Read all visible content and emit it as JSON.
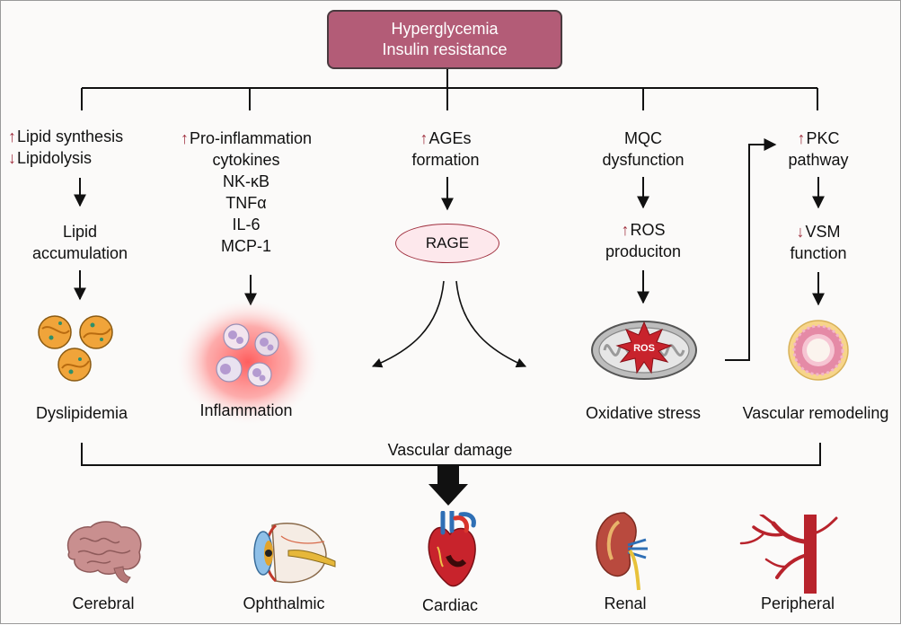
{
  "root": {
    "line1": "Hyperglycemia",
    "line2": "Insulin resistance"
  },
  "branches": {
    "lipid": {
      "up": "Lipid synthesis",
      "down": "Lipidolysis",
      "mid": [
        "Lipid",
        "accumulation"
      ],
      "outcome": "Dyslipidemia",
      "icon": "lipid-droplets-icon"
    },
    "inflammation": {
      "up": "Pro-inflammation",
      "list": [
        "cytokines",
        "NK-κB",
        "TNFα",
        "IL-6",
        "MCP-1"
      ],
      "outcome": "Inflammation",
      "icon": "immune-cells-icon"
    },
    "ages": {
      "up": "AGEs",
      "line2": "formation",
      "receptor": "RAGE"
    },
    "mqc": {
      "line1": "MQC",
      "line2": "dysfunction",
      "up": "ROS",
      "line4": "produciton",
      "outcome": "Oxidative stress",
      "icon": "mitochondrion-icon",
      "badge": "ROS"
    },
    "pkc": {
      "up": "PKC",
      "line2": "pathway",
      "down": "VSM",
      "line4": "function",
      "outcome": "Vascular remodeling",
      "icon": "vessel-cross-section-icon"
    }
  },
  "damage_label": "Vascular damage",
  "organs": [
    {
      "label": "Cerebral",
      "icon": "brain-icon"
    },
    {
      "label": "Ophthalmic",
      "icon": "eye-icon"
    },
    {
      "label": "Cardiac",
      "icon": "heart-icon"
    },
    {
      "label": "Renal",
      "icon": "kidney-icon"
    },
    {
      "label": "Peripheral",
      "icon": "artery-icon"
    }
  ],
  "colors": {
    "root_fill": "#b35c77",
    "accent": "#a0303f",
    "rage_fill": "#fde8ec",
    "inflammation_glow": "#ff4d4d"
  }
}
